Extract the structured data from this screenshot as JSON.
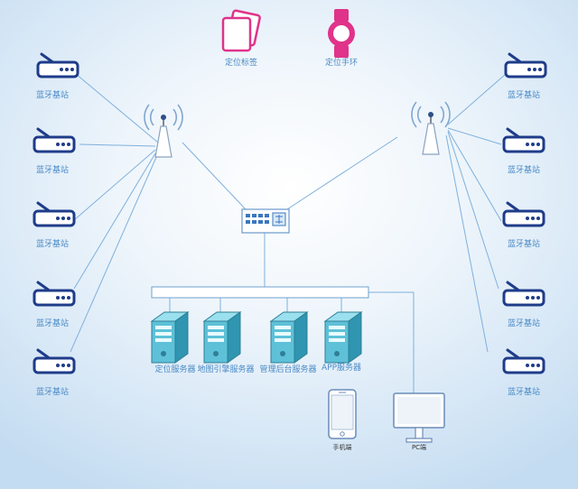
{
  "devices": {
    "tag_label": "定位标签",
    "band_label": "定位手环"
  },
  "colors": {
    "tag": "#e0338a",
    "band": "#e0338a",
    "beacon": "#1f3c8a",
    "line": "#7fb0dc",
    "server": "#5ec1d8",
    "label": "#4a8ac6"
  },
  "left_beacons": [
    {
      "label": "蓝牙基站"
    },
    {
      "label": "蓝牙基站"
    },
    {
      "label": "蓝牙基站"
    },
    {
      "label": "蓝牙基站"
    },
    {
      "label": "蓝牙基站"
    }
  ],
  "right_beacons": [
    {
      "label": "蓝牙基站"
    },
    {
      "label": "蓝牙基站"
    },
    {
      "label": "蓝牙基站"
    },
    {
      "label": "蓝牙基站"
    },
    {
      "label": "蓝牙基站"
    }
  ],
  "servers": [
    {
      "label": "定位服务器"
    },
    {
      "label": "地图引擎服务器"
    },
    {
      "label": "管理后台服务器"
    },
    {
      "label": "APP服务器"
    }
  ],
  "clients": {
    "mobile_label": "手机端",
    "pc_label": "PC端"
  }
}
